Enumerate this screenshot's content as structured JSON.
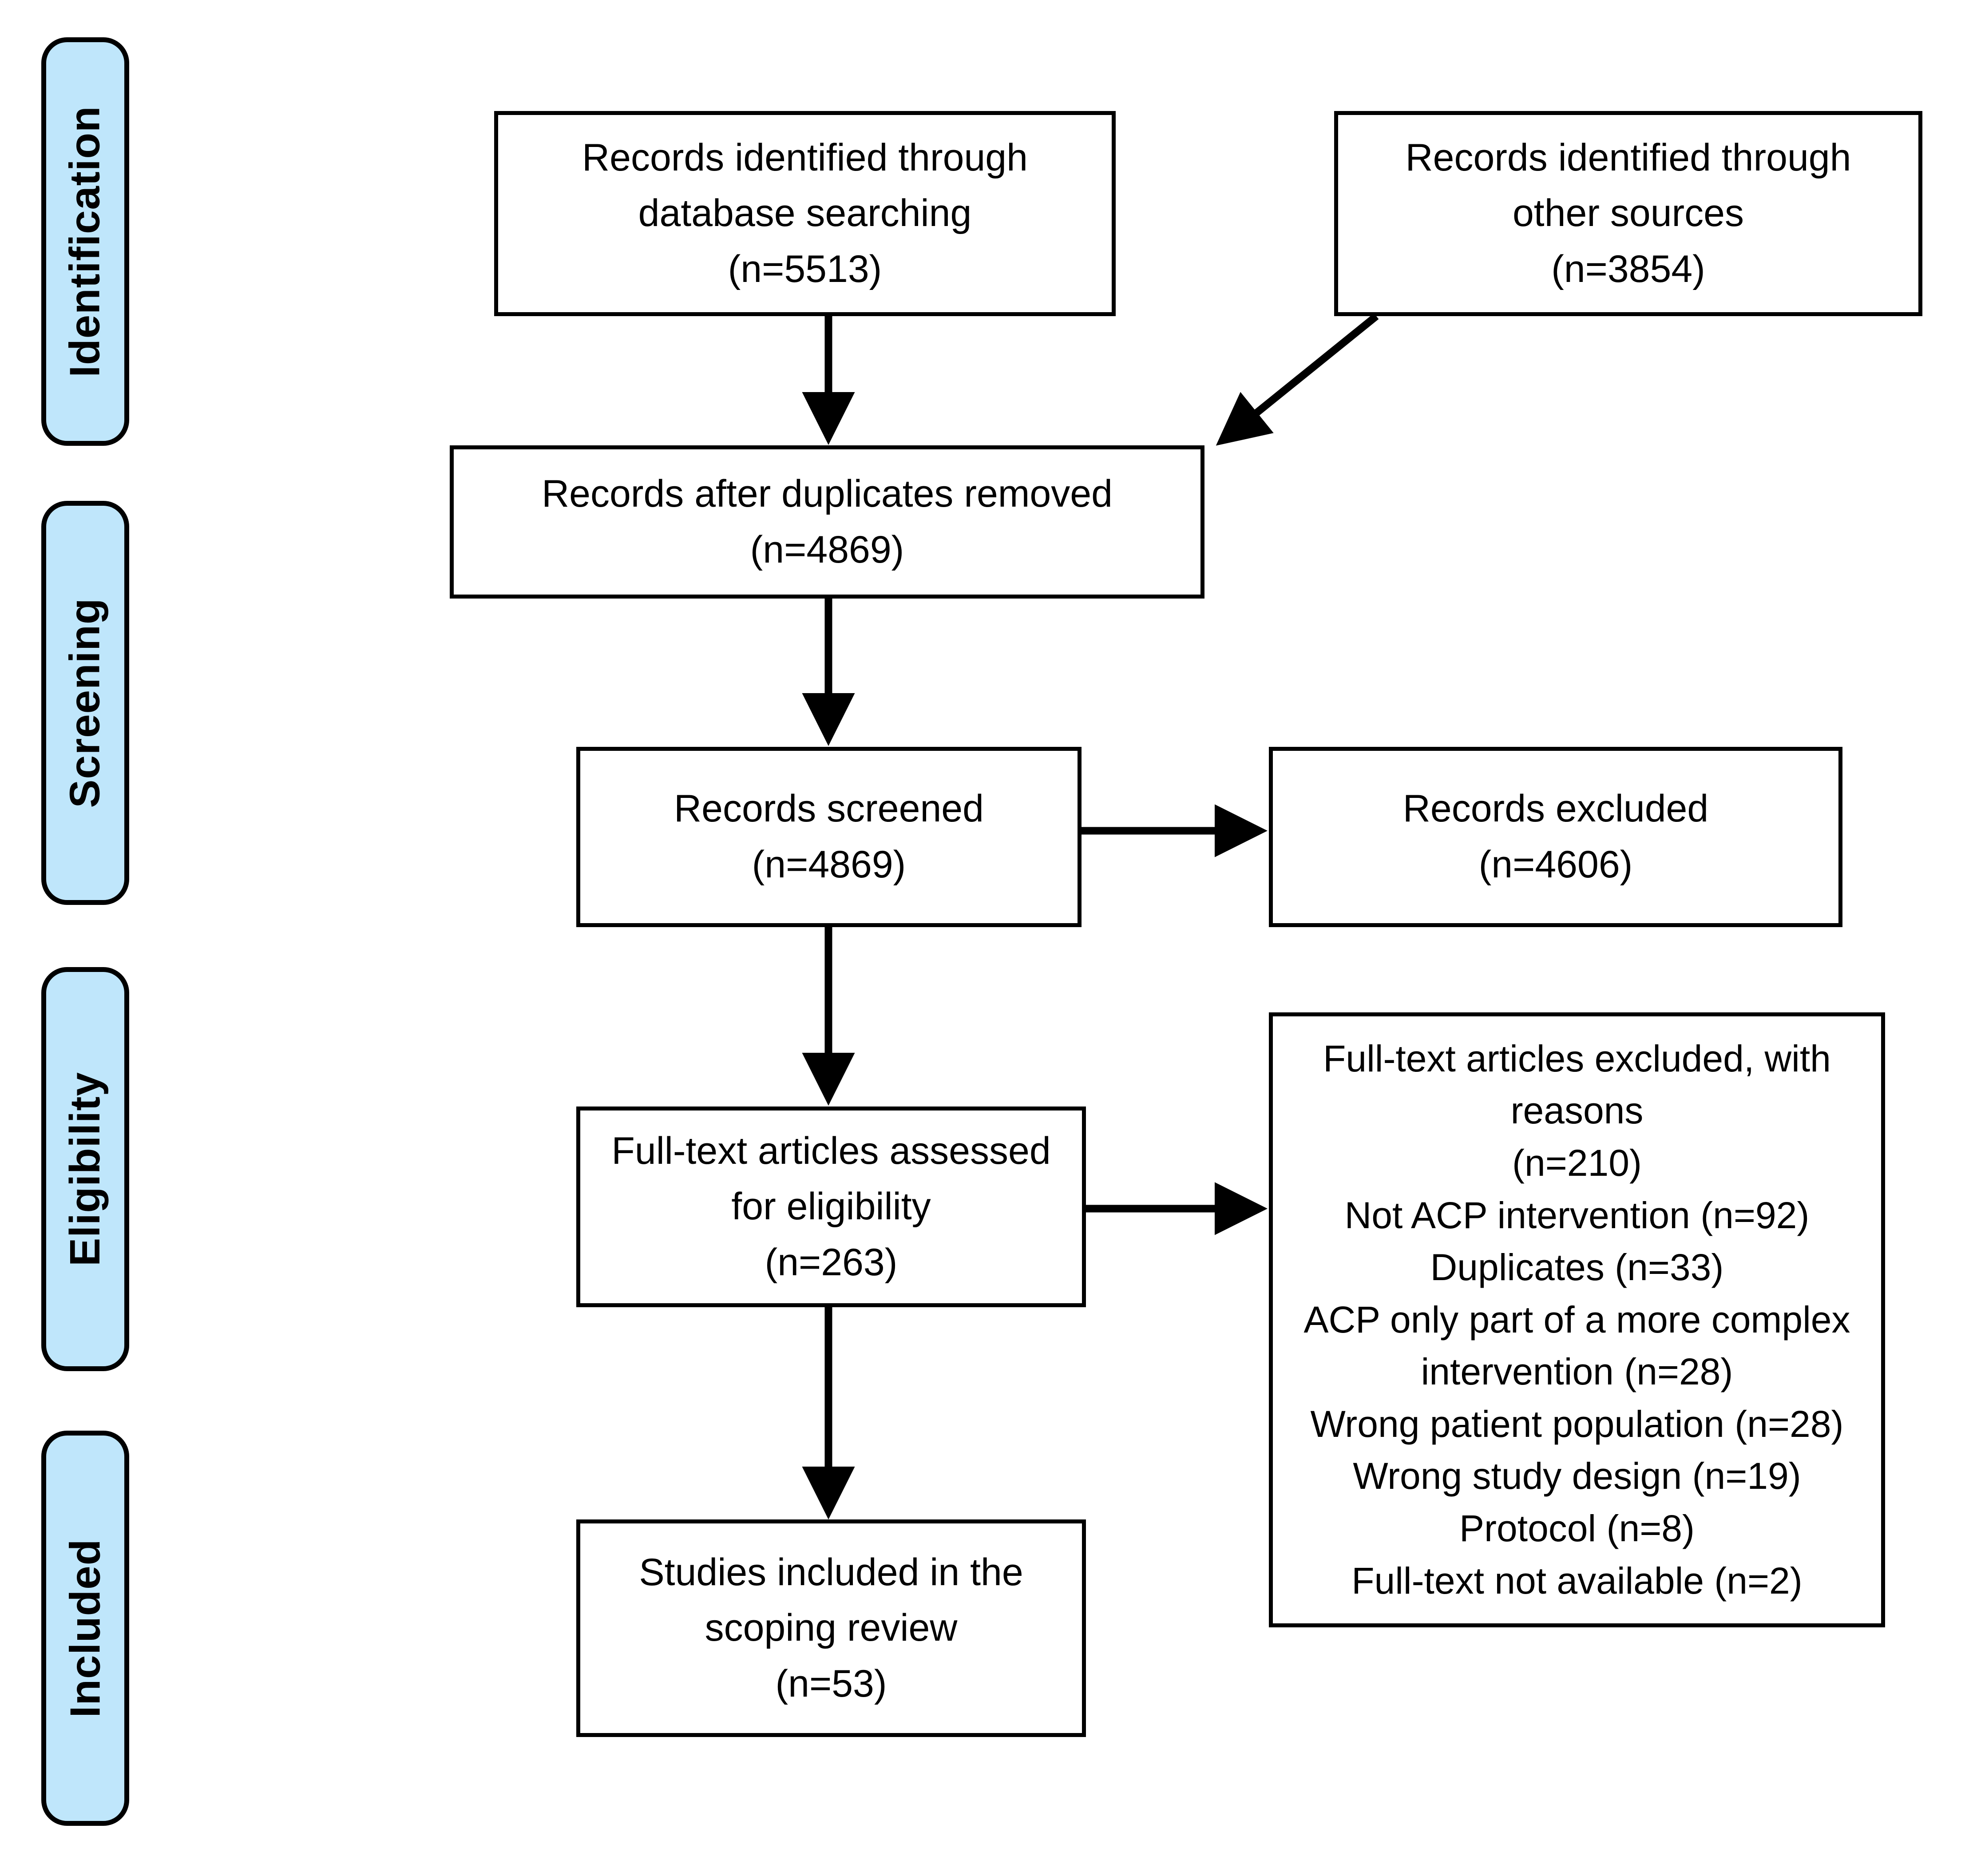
{
  "diagram": {
    "title": "PRISMA flow diagram",
    "type": "prisma-flow",
    "colors": {
      "phase_fill": "#bfe6fb",
      "stroke": "#000000",
      "box_fill": "#ffffff",
      "text": "#000000"
    }
  },
  "phases": [
    {
      "id": "identification",
      "label": "Identification"
    },
    {
      "id": "screening",
      "label": "Screening"
    },
    {
      "id": "eligibility",
      "label": "Eligibility"
    },
    {
      "id": "included",
      "label": "Included"
    }
  ],
  "boxes": {
    "records_database": {
      "text": "Records identified through\ndatabase searching\n(n=5513)",
      "count": 5513
    },
    "records_other": {
      "text": "Records identified through\nother sources\n(n=3854)",
      "count": 3854
    },
    "duplicates_removed": {
      "text": "Records after duplicates removed\n(n=4869)",
      "count": 4869
    },
    "records_screened": {
      "text": "Records screened\n(n=4869)",
      "count": 4869
    },
    "records_excluded": {
      "text": "Records excluded\n(n=4606)",
      "count": 4606
    },
    "fulltext_assessed": {
      "text": "Full-text articles assessed\nfor eligibility\n(n=263)",
      "count": 263
    },
    "fulltext_excluded": {
      "text": "Full-text articles excluded, with\nreasons\n(n=210)\nNot ACP intervention (n=92)\nDuplicates (n=33)\nACP only part of a more complex\nintervention (n=28)\nWrong patient population (n=28)\nWrong study design (n=19)\nProtocol (n=8)\nFull-text not available (n=2)",
      "count": 210,
      "reasons": [
        {
          "label": "Not ACP intervention",
          "n": 92
        },
        {
          "label": "Duplicates",
          "n": 33
        },
        {
          "label": "ACP only part of a more complex intervention",
          "n": 28
        },
        {
          "label": "Wrong patient population",
          "n": 28
        },
        {
          "label": "Wrong study design",
          "n": 19
        },
        {
          "label": "Protocol",
          "n": 8
        },
        {
          "label": "Full-text not available",
          "n": 2
        }
      ]
    },
    "studies_included": {
      "text": "Studies included in the\nscoping review\n(n=53)",
      "count": 53
    }
  },
  "connectors": [
    {
      "id": "db-to-dedup",
      "from": "records_database",
      "to": "duplicates_removed",
      "kind": "vertical-arrow"
    },
    {
      "id": "other-to-dedup",
      "from": "records_other",
      "to": "duplicates_removed",
      "kind": "diagonal-arrow"
    },
    {
      "id": "dedup-to-screened",
      "from": "duplicates_removed",
      "to": "records_screened",
      "kind": "vertical-arrow"
    },
    {
      "id": "screened-to-excluded",
      "from": "records_screened",
      "to": "records_excluded",
      "kind": "horizontal-arrow"
    },
    {
      "id": "screened-to-fulltext",
      "from": "records_screened",
      "to": "fulltext_assessed",
      "kind": "vertical-arrow"
    },
    {
      "id": "fulltext-to-excluded",
      "from": "fulltext_assessed",
      "to": "fulltext_excluded",
      "kind": "horizontal-arrow"
    },
    {
      "id": "fulltext-to-included",
      "from": "fulltext_assessed",
      "to": "studies_included",
      "kind": "vertical-arrow"
    }
  ]
}
